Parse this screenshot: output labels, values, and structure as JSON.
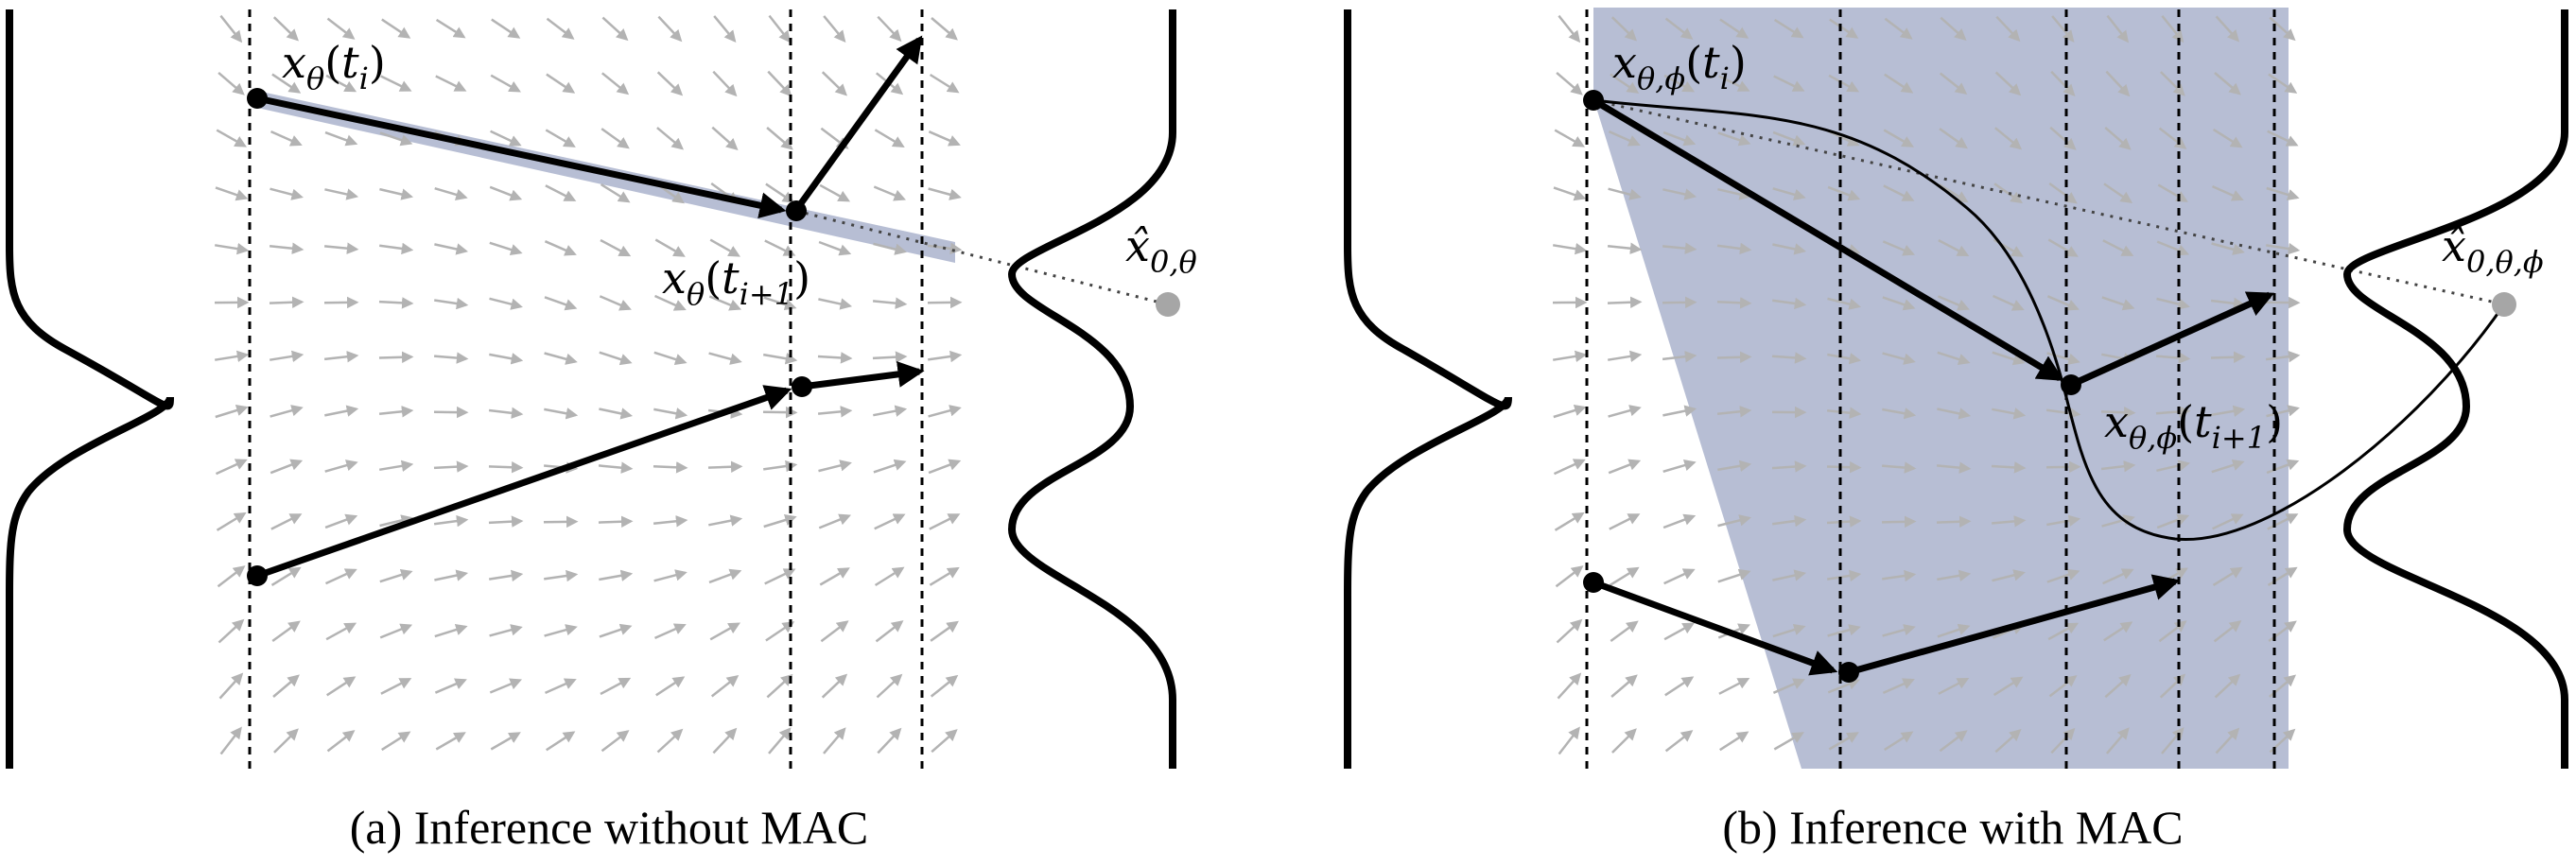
{
  "panels": [
    {
      "id": "a",
      "caption": "(a) Inference without MAC",
      "labels": {
        "start": {
          "base": "x",
          "sub": "θ",
          "arg": "t",
          "argsub": "i"
        },
        "next": {
          "base": "x",
          "sub": "θ",
          "arg": "t",
          "argsub": "i+1"
        },
        "target": {
          "base": "x̂",
          "sub": "0,θ"
        }
      }
    },
    {
      "id": "b",
      "caption": "(b) Inference with MAC",
      "labels": {
        "start": {
          "base": "x",
          "sub": "θ,ϕ",
          "arg": "t",
          "argsub": "i"
        },
        "next": {
          "base": "x",
          "sub": "θ,ϕ",
          "arg": "t",
          "argsub": "i+1"
        },
        "target": {
          "base": "x̂",
          "sub": "0,θ,ϕ"
        }
      }
    }
  ],
  "colors": {
    "region": "#aab3cc",
    "vector_field": "#b3b3b3",
    "target_point": "#a6a6a6",
    "trajectory": "#000000"
  }
}
